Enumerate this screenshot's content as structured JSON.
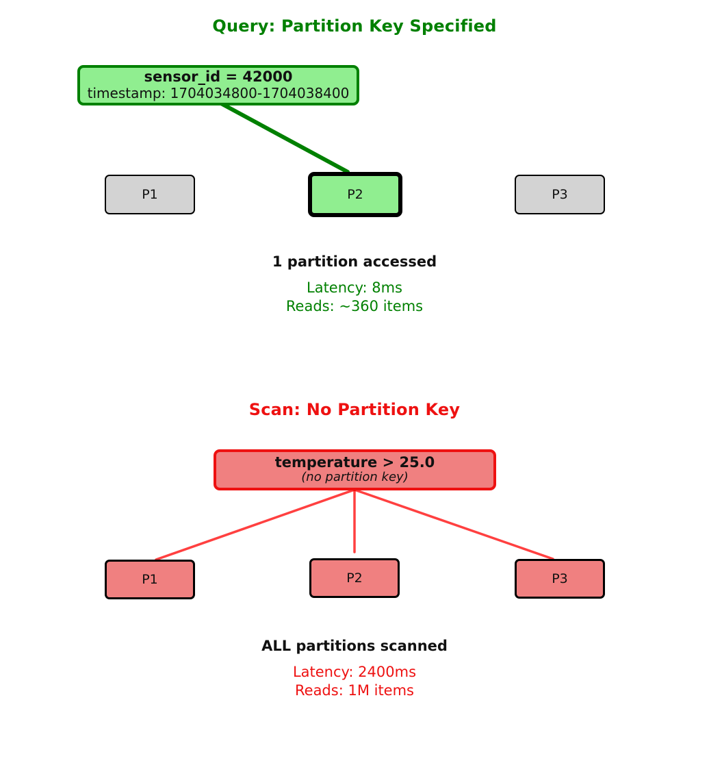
{
  "query_section": {
    "title": "Query: Partition Key Specified",
    "title_color": "#008000",
    "query_box": {
      "primary": "sensor_id = 42000",
      "secondary": "timestamp: 1704034800-1704038400",
      "fill": "#90EE90",
      "border_color": "#008000"
    },
    "connector_color": "#008000",
    "partitions": [
      {
        "label": "P1",
        "accessed": false,
        "fill": "#D3D3D3"
      },
      {
        "label": "P2",
        "accessed": true,
        "fill": "#90EE90"
      },
      {
        "label": "P3",
        "accessed": false,
        "fill": "#D3D3D3"
      }
    ],
    "result_heading": "1 partition accessed",
    "stats": {
      "latency": "Latency: 8ms",
      "reads": "Reads: ~360 items",
      "color": "#008000"
    }
  },
  "scan_section": {
    "title": "Scan: No Partition Key",
    "title_color": "#FF0000",
    "query_box": {
      "primary": "temperature > 25.0",
      "secondary": "(no partition key)",
      "fill": "#F08080",
      "border_color": "#FF0000"
    },
    "connector_color": "#FF4040",
    "partitions": [
      {
        "label": "P1",
        "accessed": true,
        "fill": "#F08080"
      },
      {
        "label": "P2",
        "accessed": true,
        "fill": "#F08080"
      },
      {
        "label": "P3",
        "accessed": true,
        "fill": "#F08080"
      }
    ],
    "result_heading": "ALL partitions scanned",
    "stats": {
      "latency": "Latency: 2400ms",
      "reads": "Reads: 1M items",
      "color": "#FF0000"
    }
  }
}
